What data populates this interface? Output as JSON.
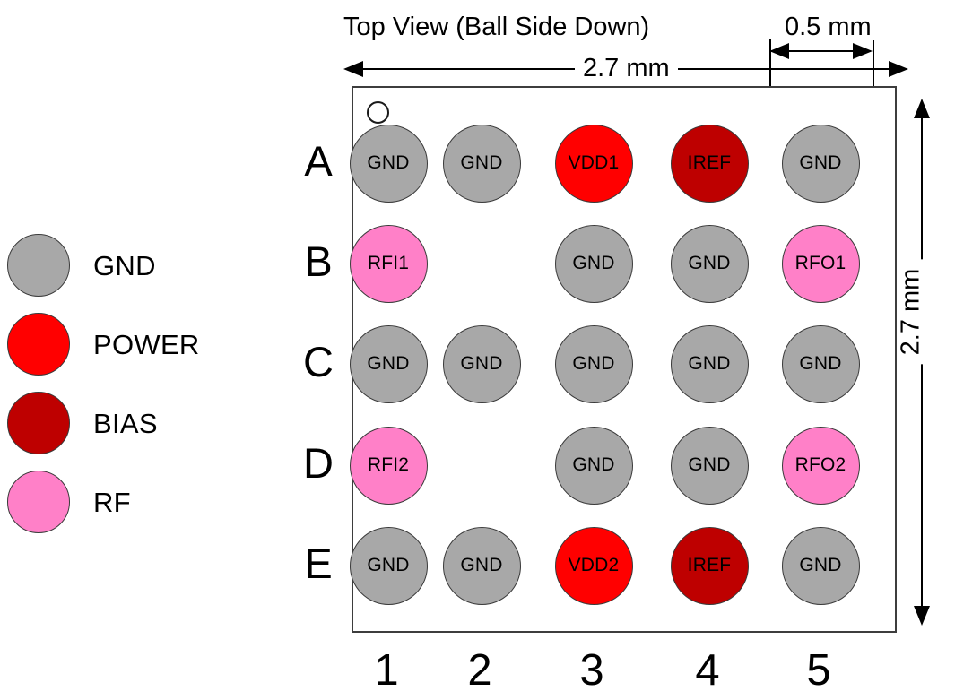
{
  "diagram": {
    "title": "Top View (Ball Side Down)",
    "package_width_label": "2.7 mm",
    "package_height_label": "2.7 mm",
    "ball_pitch_label": "0.5 mm",
    "pin1_indicator": "pin1-circle"
  },
  "colors": {
    "gnd": "#A8A8A8",
    "power": "#FF0000",
    "bias": "#BE0000",
    "rf": "#FF80C8",
    "outline": "#3A3A3A",
    "package_border": "#3D3D3D",
    "text": "#000000",
    "background": "#FFFFFF"
  },
  "legend": {
    "items": [
      {
        "label": "GND",
        "color": "#A8A8A8"
      },
      {
        "label": "POWER",
        "color": "#FF0000"
      },
      {
        "label": "BIAS",
        "color": "#BE0000"
      },
      {
        "label": "RF",
        "color": "#FF80C8"
      }
    ]
  },
  "grid": {
    "row_labels": [
      "A",
      "B",
      "C",
      "D",
      "E"
    ],
    "column_labels": [
      "1",
      "2",
      "3",
      "4",
      "5"
    ],
    "balls": [
      {
        "ref": "A1",
        "label": "GND",
        "type": "GND",
        "color": "#A8A8A8",
        "row": 0,
        "col": 0
      },
      {
        "ref": "A2",
        "label": "GND",
        "type": "GND",
        "color": "#A8A8A8",
        "row": 0,
        "col": 1
      },
      {
        "ref": "A3",
        "label": "VDD1",
        "type": "POWER",
        "color": "#FF0000",
        "row": 0,
        "col": 2
      },
      {
        "ref": "A4",
        "label": "IREF",
        "type": "BIAS",
        "color": "#BE0000",
        "row": 0,
        "col": 3
      },
      {
        "ref": "A5",
        "label": "GND",
        "type": "GND",
        "color": "#A8A8A8",
        "row": 0,
        "col": 4
      },
      {
        "ref": "B1",
        "label": "RFI1",
        "type": "RF",
        "color": "#FF80C8",
        "row": 1,
        "col": 0
      },
      {
        "ref": "B3",
        "label": "GND",
        "type": "GND",
        "color": "#A8A8A8",
        "row": 1,
        "col": 2
      },
      {
        "ref": "B4",
        "label": "GND",
        "type": "GND",
        "color": "#A8A8A8",
        "row": 1,
        "col": 3
      },
      {
        "ref": "B5",
        "label": "RFO1",
        "type": "RF",
        "color": "#FF80C8",
        "row": 1,
        "col": 4
      },
      {
        "ref": "C1",
        "label": "GND",
        "type": "GND",
        "color": "#A8A8A8",
        "row": 2,
        "col": 0
      },
      {
        "ref": "C2",
        "label": "GND",
        "type": "GND",
        "color": "#A8A8A8",
        "row": 2,
        "col": 1
      },
      {
        "ref": "C3",
        "label": "GND",
        "type": "GND",
        "color": "#A8A8A8",
        "row": 2,
        "col": 2
      },
      {
        "ref": "C4",
        "label": "GND",
        "type": "GND",
        "color": "#A8A8A8",
        "row": 2,
        "col": 3
      },
      {
        "ref": "C5",
        "label": "GND",
        "type": "GND",
        "color": "#A8A8A8",
        "row": 2,
        "col": 4
      },
      {
        "ref": "D1",
        "label": "RFI2",
        "type": "RF",
        "color": "#FF80C8",
        "row": 3,
        "col": 0
      },
      {
        "ref": "D3",
        "label": "GND",
        "type": "GND",
        "color": "#A8A8A8",
        "row": 3,
        "col": 2
      },
      {
        "ref": "D4",
        "label": "GND",
        "type": "GND",
        "color": "#A8A8A8",
        "row": 3,
        "col": 3
      },
      {
        "ref": "D5",
        "label": "RFO2",
        "type": "RF",
        "color": "#FF80C8",
        "row": 3,
        "col": 4
      },
      {
        "ref": "E1",
        "label": "GND",
        "type": "GND",
        "color": "#A8A8A8",
        "row": 4,
        "col": 0
      },
      {
        "ref": "E2",
        "label": "GND",
        "type": "GND",
        "color": "#A8A8A8",
        "row": 4,
        "col": 1
      },
      {
        "ref": "E3",
        "label": "VDD2",
        "type": "POWER",
        "color": "#FF0000",
        "row": 4,
        "col": 2
      },
      {
        "ref": "E4",
        "label": "IREF",
        "type": "BIAS",
        "color": "#BE0000",
        "row": 4,
        "col": 3
      },
      {
        "ref": "E5",
        "label": "GND",
        "type": "GND",
        "color": "#A8A8A8",
        "row": 4,
        "col": 4
      }
    ],
    "empty_positions": [
      "B2",
      "D2"
    ]
  }
}
